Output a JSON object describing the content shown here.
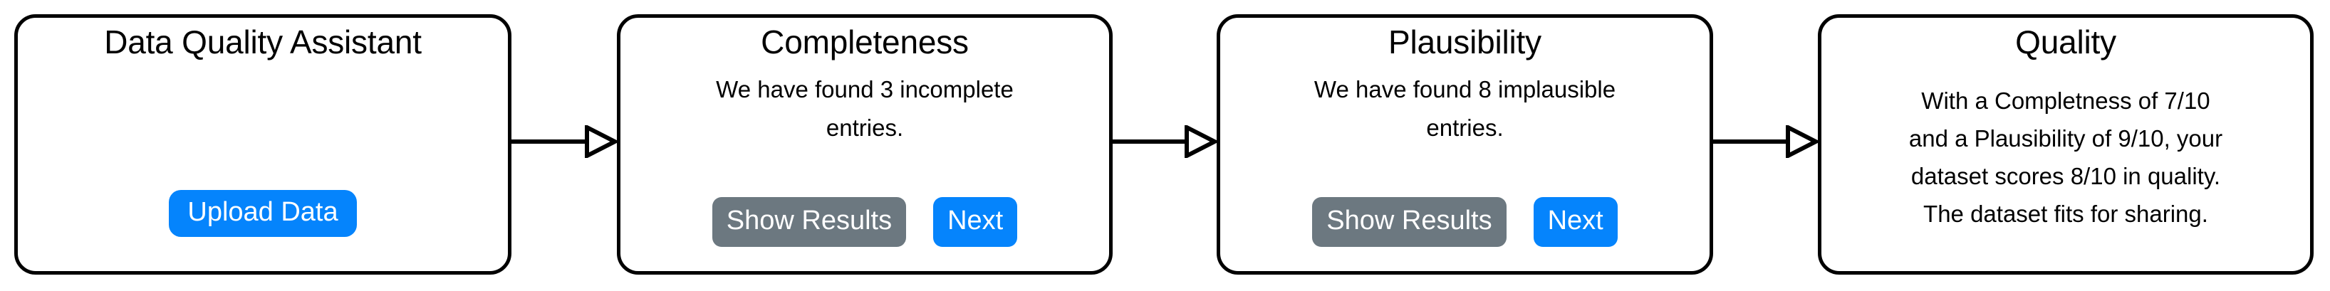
{
  "diagram": {
    "title": "Data Quality Assistant mockup flow",
    "colors": {
      "primary_blue": "#0584fc",
      "secondary_gray": "#6c7880",
      "stroke_black": "#000000",
      "card_background": "#ffffff",
      "button_text": "#ffffff"
    }
  },
  "cards": [
    {
      "id": "assistant",
      "title": "Data Quality Assistant",
      "body_lines": [],
      "buttons": [
        {
          "id": "upload-data",
          "label": "Upload Data",
          "style": "primary"
        }
      ]
    },
    {
      "id": "completeness",
      "title": "Completeness",
      "body_lines": [
        "We have found 3 incomplete",
        "entries."
      ],
      "buttons": [
        {
          "id": "show-results",
          "label": "Show Results",
          "style": "secondary"
        },
        {
          "id": "next",
          "label": "Next",
          "style": "primary"
        }
      ]
    },
    {
      "id": "plausibility",
      "title": "Plausibility",
      "body_lines": [
        "We have found 8 implausible",
        "entries."
      ],
      "buttons": [
        {
          "id": "show-results",
          "label": "Show Results",
          "style": "secondary"
        },
        {
          "id": "next",
          "label": "Next",
          "style": "primary"
        }
      ]
    },
    {
      "id": "quality",
      "title": "Quality",
      "body_lines": [
        "With a Completness of 7/10",
        "and a Plausibility of 9/10, your",
        "dataset scores 8/10 in quality.",
        "The dataset fits for sharing."
      ],
      "buttons": []
    }
  ],
  "connectors": [
    {
      "id": "assistant-to-completeness",
      "from": "assistant",
      "to": "completeness",
      "head": "hollow-triangle"
    },
    {
      "id": "completeness-to-plausibility",
      "from": "completeness",
      "to": "plausibility",
      "head": "hollow-triangle"
    },
    {
      "id": "plausibility-to-quality",
      "from": "plausibility",
      "to": "quality",
      "head": "hollow-triangle"
    }
  ]
}
